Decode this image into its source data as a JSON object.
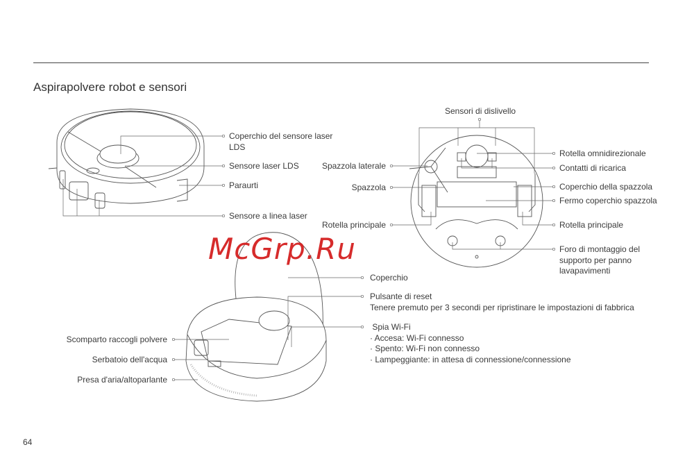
{
  "section_title": "Aspirapolvere robot e sensori",
  "top_view": {
    "labels": {
      "lds_cover_1": "Coperchio del sensore laser",
      "lds_cover_2": "LDS",
      "lds_sensor": "Sensore laser LDS",
      "bumper": "Paraurti",
      "line_laser": "Sensore a linea laser"
    }
  },
  "bottom_view": {
    "labels": {
      "cliff_sensors": "Sensori di dislivello",
      "side_brush": "Spazzola laterale",
      "brush": "Spazzola",
      "main_wheel_left": "Rotella principale",
      "omni_wheel": "Rotella omnidirezionale",
      "charging_contacts": "Contatti di ricarica",
      "brush_cover": "Coperchio della spazzola",
      "brush_cover_latch": "Fermo coperchio spazzola",
      "main_wheel_right": "Rotella principale",
      "mop_mount_1": "Foro di montaggio del",
      "mop_mount_2": "supporto per panno",
      "mop_mount_3": "lavapavimenti"
    }
  },
  "open_view": {
    "labels": {
      "lid": "Coperchio",
      "reset": "Pulsante di reset",
      "reset_desc": "Tenere premuto per 3 secondi per ripristinare le impostazioni di fabbrica",
      "wifi": "Spia Wi-Fi",
      "wifi_on": "· Accesa: Wi-Fi connesso",
      "wifi_off": "· Spento: Wi-Fi non connesso",
      "wifi_blink": "· Lampeggiante: in attesa di connessione/connessione",
      "dustbin": "Scomparto raccogli polvere",
      "water_tank": "Serbatoio dell'acqua",
      "air_vent": "Presa d'aria/altoparlante"
    }
  },
  "watermark": "McGrp.Ru",
  "page_number": "64"
}
